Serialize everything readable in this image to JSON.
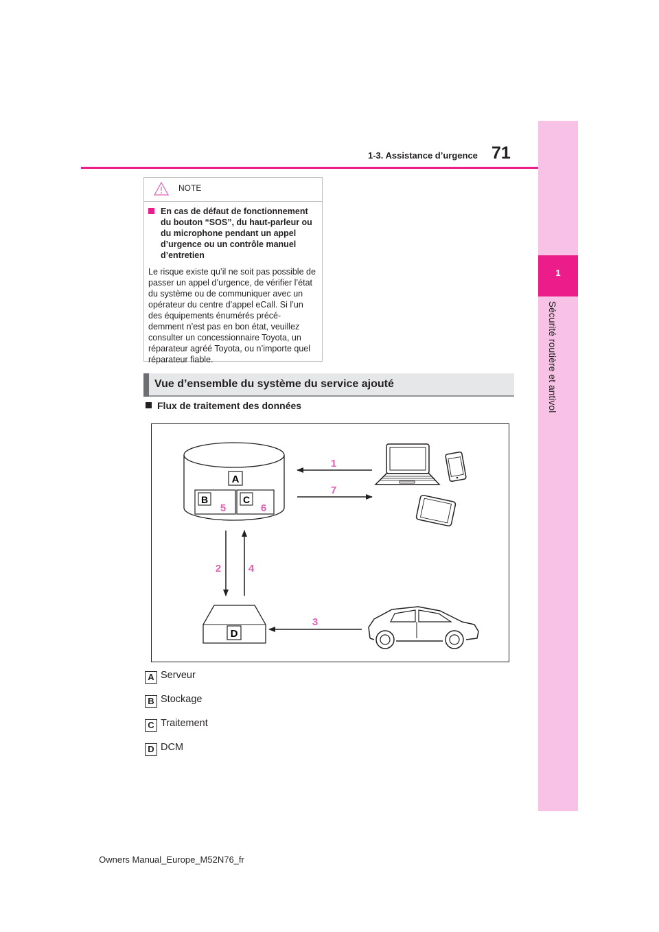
{
  "header": {
    "page_number": "71",
    "section": "1-3. Assistance d’urgence"
  },
  "sidebar": {
    "chapter_number": "1",
    "chapter_title": "Sécurité routière et antivol"
  },
  "note": {
    "label": "NOTE",
    "heading": "En cas de défaut de fonctionnement du bouton “SOS”, du haut-parleur ou du microphone pendant un appel d’urgence ou un contrôle manuel d’entretien",
    "body": "Le risque existe qu’il ne soit pas possible de passer un appel d’urgence, de vérifier l’état du système ou de communiquer avec un opérateur du centre d’appel eCall. Si l’un des équipements énumérés précé-demment n’est pas en bon état, veuillez consulter un concessionnaire Toyota, un réparateur agréé Toyota, ou n’importe quel réparateur fiable."
  },
  "overview": {
    "title": "Vue d’ensemble du système du service ajouté"
  },
  "flow": {
    "heading": "Flux de traitement des données"
  },
  "diagram": {
    "box_letters": {
      "a": "A",
      "b": "B",
      "c": "C",
      "d": "D"
    },
    "steps": {
      "s1": "1",
      "s2": "2",
      "s3": "3",
      "s4": "4",
      "s5": "5",
      "s6": "6",
      "s7": "7"
    },
    "accent_color": "#e05fb4"
  },
  "legend": [
    {
      "letter": "A",
      "text": "Serveur"
    },
    {
      "letter": "B",
      "text": "Stockage"
    },
    {
      "letter": "C",
      "text": "Traitement"
    },
    {
      "letter": "D",
      "text": "DCM"
    }
  ],
  "footer": {
    "text": "Owners Manual_Europe_M52N76_fr"
  }
}
